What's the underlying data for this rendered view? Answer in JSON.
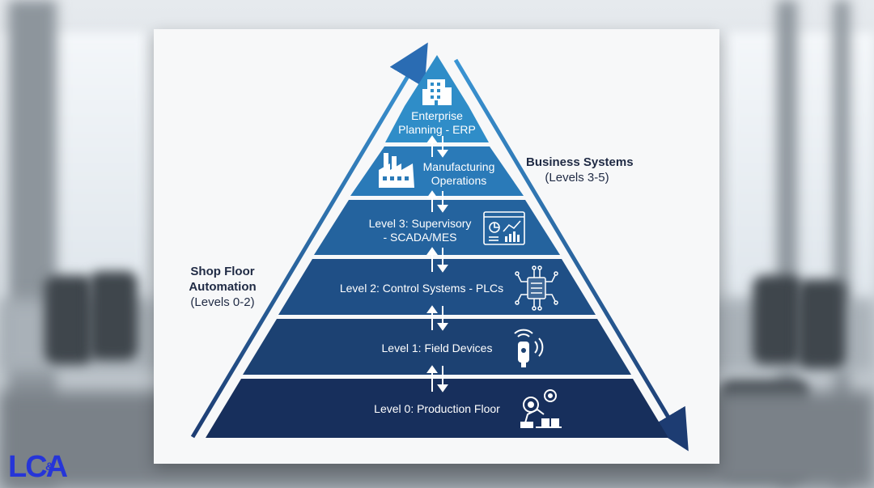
{
  "colors": {
    "level_enterprise": "#2f8dc8",
    "level_manufacturing": "#2a7ab8",
    "level_3": "#24639e",
    "level_2": "#1f4f86",
    "level_1": "#1c4172",
    "level_0": "#172f5c",
    "arrow": "#2a6cb3"
  },
  "pyramid": {
    "levels": [
      {
        "label": "Enterprise\nPlanning - ERP",
        "icon": "office-building-icon"
      },
      {
        "label": "Manufacturing\nOperations",
        "icon": "factory-icon"
      },
      {
        "label": "Level 3: Supervisory\n- SCADA/MES",
        "icon": "dashboard-icon"
      },
      {
        "label": "Level 2: Control Systems - PLCs",
        "icon": "circuit-chip-icon"
      },
      {
        "label": "Level 1: Field Devices",
        "icon": "wireless-sensor-icon"
      },
      {
        "label": "Level 0: Production Floor",
        "icon": "robot-arm-gears-icon"
      }
    ]
  },
  "sides": {
    "business_title": "Business Systems",
    "business_sub": "(Levels 3-5)",
    "shop_title": "Shop Floor\nAutomation",
    "shop_sub": "(Levels 0-2)"
  },
  "logo": {
    "text": "LCA",
    "amp": "&"
  }
}
